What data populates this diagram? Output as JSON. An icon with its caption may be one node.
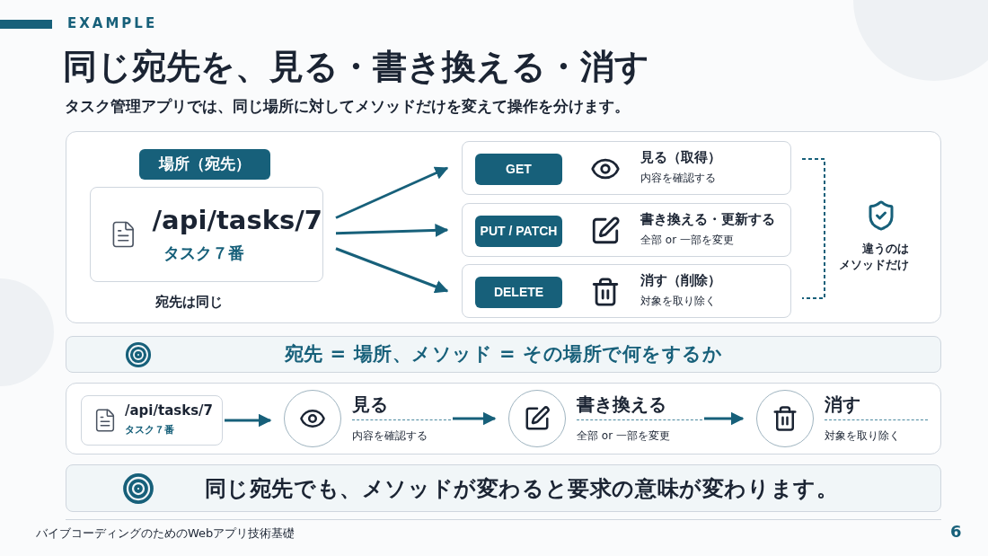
{
  "diagram": {
    "title": "同じ宛先を、見る・書き換える・消す",
    "nodes": [
      {
        "text": [
          "場所（宛先）"
        ]
      },
      {
        "text": [
          "/api/tasks/7",
          "タスク７番"
        ],
        "beside": [
          "宛先は同じ"
        ]
      },
      {
        "text": [
          "見る（取得）",
          "内容を確認する"
        ]
      },
      {
        "text": [
          "GET"
        ],
        "in": 2
      },
      {
        "text": [
          "書き換える・更新する",
          "全部 or 一部を変更"
        ]
      },
      {
        "text": [
          "PUT / PATCH"
        ],
        "in": 4
      },
      {
        "text": [
          "消す（削除）",
          "対象を取り除く"
        ]
      },
      {
        "text": [
          "DELETE"
        ],
        "in": 6
      },
      {
        "text": [
          "宛先 = 場所、メソッド = その場所で何をするか"
        ]
      },
      {
        "text": [
          "/api/tasks/7",
          "タスク７番"
        ]
      },
      {
        "text": [
          "見る",
          "内容を確認する"
        ]
      },
      {
        "text": [
          "書き換える",
          "全部 or 一部を変更"
        ]
      },
      {
        "text": [
          "消す",
          "対象を取り除く"
        ]
      },
      {
        "text": [
          "同じ宛先でも、メソッドが変わると要求の意味が変わります。"
        ]
      }
    ],
    "edges": [
      {
        "from": 1,
        "to": 2,
        "arrow": "to"
      },
      {
        "from": 1,
        "to": 4,
        "arrow": "to"
      },
      {
        "from": 1,
        "to": 6,
        "arrow": "to"
      },
      {
        "from": 9,
        "to": 10,
        "arrow": "to"
      },
      {
        "from": 10,
        "to": 11,
        "arrow": "to"
      },
      {
        "from": 11,
        "to": 12,
        "arrow": "to"
      }
    ],
    "labels": [
      "EXAMPLE",
      "タスク管理アプリでは、同じ場所に対してメソッドだけを変えて操作を分けます。",
      "違うのはメソッドだけ",
      "バイブコーディングのためのWebアプリ技術基礎",
      "6"
    ]
  }
}
